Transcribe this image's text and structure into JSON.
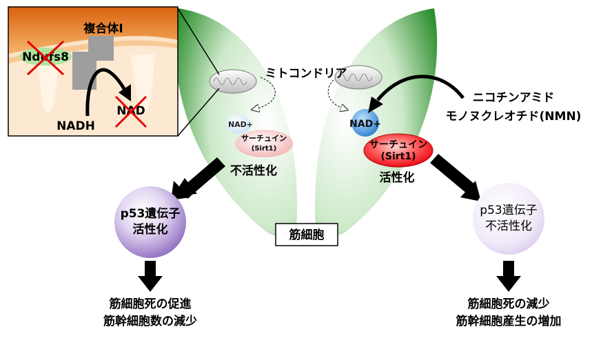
{
  "inset": {
    "complex_label": "複合体I",
    "ndufs8_label": "Ndufs8",
    "nadh_label": "NADH",
    "nad_label": "NAD"
  },
  "center": {
    "mitochondria_label": "ミトコンドリア",
    "muscle_cell_label": "筋細胞"
  },
  "left": {
    "nad_plus_label": "NAD+",
    "sirtuin_line1": "サーチュイン",
    "sirtuin_line2": "(Sirt1)",
    "state_label": "不活性化",
    "p53_line1": "p53遺伝子",
    "p53_line2": "活性化",
    "outcome_line1": "筋細胞死の促進",
    "outcome_line2": "筋幹細胞数の減少"
  },
  "right": {
    "nmn_line1": "ニコチンアミド",
    "nmn_line2": "モノヌクレオチド(NMN)",
    "nad_plus_label": "NAD+",
    "sirtuin_line1": "サーチュイン",
    "sirtuin_line2": "(Sirt1)",
    "state_label": "活性化",
    "p53_line1": "p53遺伝子",
    "p53_line2": "不活性化",
    "outcome_line1": "筋細胞死の減少",
    "outcome_line2": "筋幹細胞産生の増加"
  },
  "colors": {
    "cell_green": "#3a9a3a",
    "sirt_red": "#e8000c",
    "nad_blue": "#2f7fd0",
    "p53_purple": "#8d6bbf",
    "membrane_orange": "#e07a1e",
    "cross_red": "#e60000"
  }
}
